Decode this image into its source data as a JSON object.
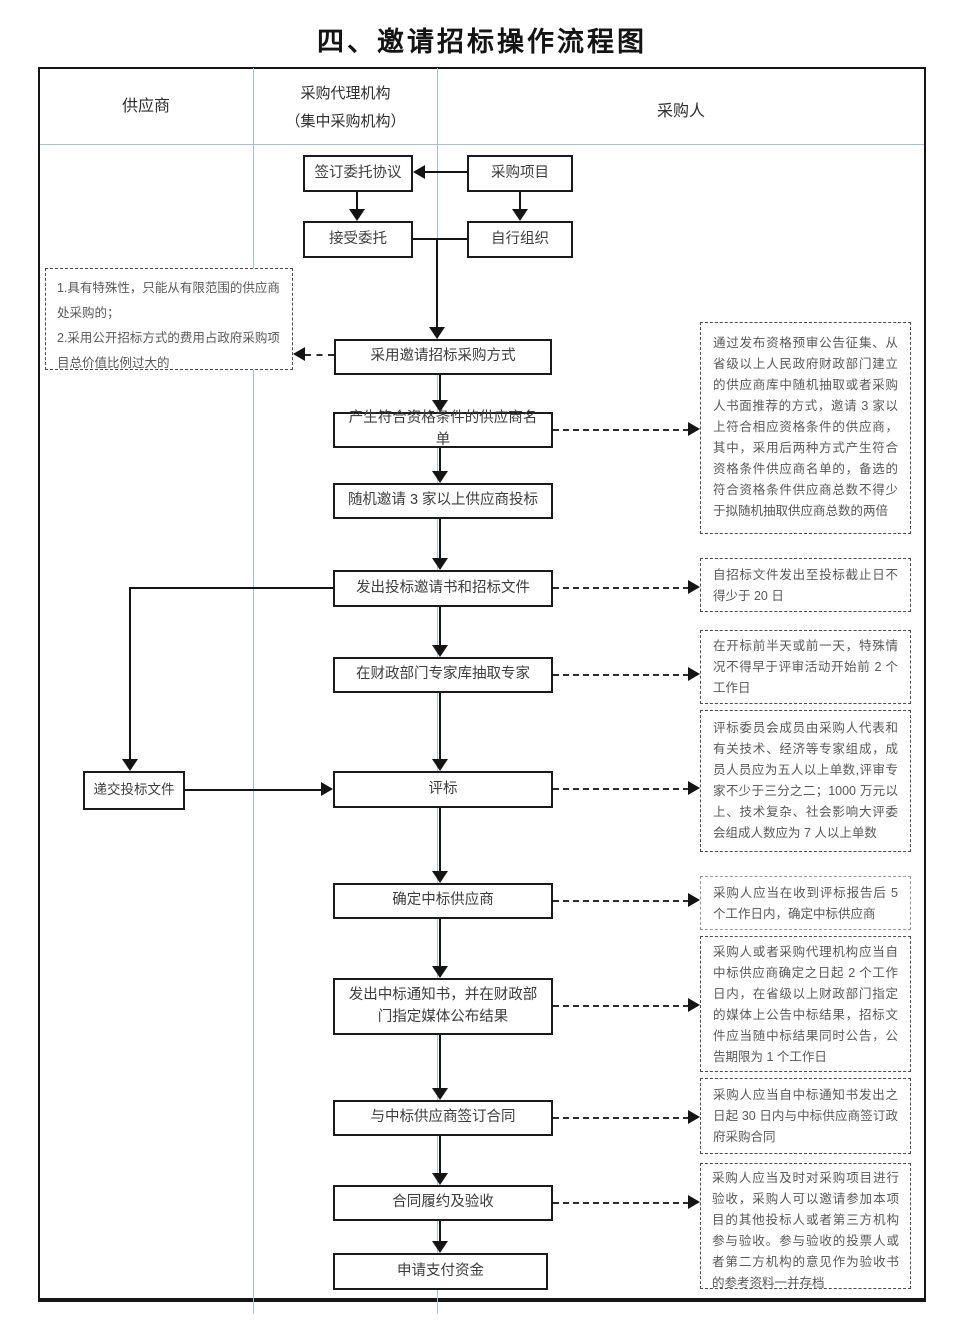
{
  "title": "四、邀请招标操作流程图",
  "lanes": {
    "supplier": "供应商",
    "agency_line1": "采购代理机构",
    "agency_line2": "（集中采购机构）",
    "purchaser": "采购人"
  },
  "flow": {
    "sign_agreement": "签订委托协议",
    "project": "采购项目",
    "accept": "接受委托",
    "self_organize": "自行组织",
    "method": "采用邀请招标采购方式",
    "shortlist": "产生符合资格条件的供应商名单",
    "random_invite": "随机邀请 3 家以上供应商投标",
    "issue_docs": "发出投标邀请书和招标文件",
    "draw_experts": "在财政部门专家库抽取专家",
    "evaluation": "评标",
    "determine_winner": "确定中标供应商",
    "award_notice": "发出中标通知书，并在财政部门指定媒体公布结果",
    "sign_contract": "与中标供应商签订合同",
    "acceptance": "合同履约及验收",
    "payment": "申请支付资金",
    "submit_bid": "递交投标文件"
  },
  "notes": {
    "left_item1": "1.具有特殊性，只能从有限范围的供应商处采购的；",
    "left_item2": "2.采用公开招标方式的费用占政府采购项目总价值比例过大的",
    "shortlist_note": "通过发布资格预审公告征集、从省级以上人民政府财政部门建立的供应商库中随机抽取或者采购人书面推荐的方式，邀请 3 家以上符合相应资格条件的供应商，其中，采用后两种方式产生符合资格条件供应商名单的，备选的符合资格条件供应商总数不得少于拟随机抽取供应商总数的两倍",
    "issue_docs_note": "自招标文件发出至投标截止日不得少于 20 日",
    "experts_note": "在开标前半天或前一天，特殊情况不得早于评审活动开始前 2 个工作日",
    "evaluation_note": "评标委员会成员由采购人代表和有关技术、经济等专家组成，成员人员应为五人以上单数,评审专家不少于三分之二；1000 万元以上、技术复杂、社会影响大评委会组成人数应为 7 人以上单数",
    "winner_note": "采购人应当在收到评标报告后 5 个工作日内，确定中标供应商",
    "announce_note": "采购人或者采购代理机构应当自中标供应商确定之日起 2 个工作日内，在省级以上财政部门指定的媒体上公告中标结果，招标文件应当随中标结果同时公告，公告期限为 1 个工作日",
    "contract_note": "采购人应当自中标通知书发出之日起 30 日内与中标供应商签订政府采购合同",
    "acceptance_note": "采购人应当及时对采购项目进行验收，采购人可以邀请参加本项目的其他投标人或者第三方机构参与验收。参与验收的投票人或者第二方机构的意见作为验收书的参考资料一并存档"
  }
}
